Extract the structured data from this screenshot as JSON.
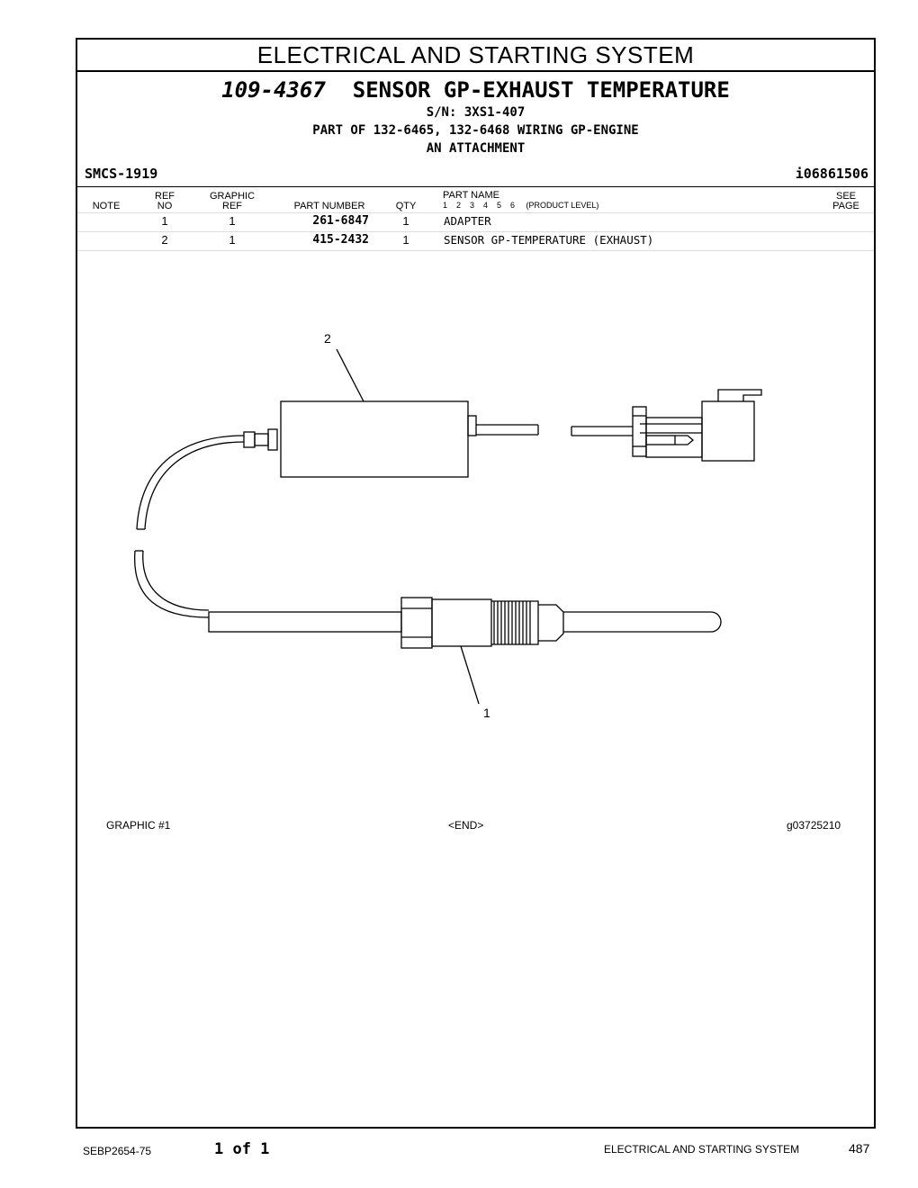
{
  "header": {
    "system_title": "ELECTRICAL AND STARTING SYSTEM",
    "group_number": "109-4367",
    "group_name": "SENSOR GP-EXHAUST TEMPERATURE",
    "serial": "S/N: 3XS1-407",
    "part_of": "PART OF 132-6465, 132-6468 WIRING GP-ENGINE",
    "attachment": "AN ATTACHMENT",
    "smcs": "SMCS-1919",
    "illustration_id": "i06861506"
  },
  "columns": {
    "note": "NOTE",
    "ref_top": "REF",
    "ref_bottom": "NO",
    "graphic_top": "GRAPHIC",
    "graphic_bottom": "REF",
    "part_number": "PART NUMBER",
    "qty": "QTY",
    "part_name": "PART NAME",
    "levels": "1    2    3    4    5    6     (PRODUCT LEVEL)",
    "see_top": "SEE",
    "see_bottom": "PAGE"
  },
  "parts": [
    {
      "ref": "1",
      "graphic": "1",
      "part_number": "261-6847",
      "qty": "1",
      "name": "ADAPTER"
    },
    {
      "ref": "2",
      "graphic": "1",
      "part_number": "415-2432",
      "qty": "1",
      "name": "SENSOR GP-TEMPERATURE (EXHAUST)"
    }
  ],
  "graphic": {
    "callout_1": "1",
    "callout_2": "2",
    "label": "GRAPHIC #1",
    "end": "<END>",
    "graphic_id": "g03725210"
  },
  "footer": {
    "doc_number": "SEBP2654-75",
    "page_of": "1 of 1",
    "section": "ELECTRICAL AND STARTING SYSTEM",
    "page_number": "487"
  }
}
